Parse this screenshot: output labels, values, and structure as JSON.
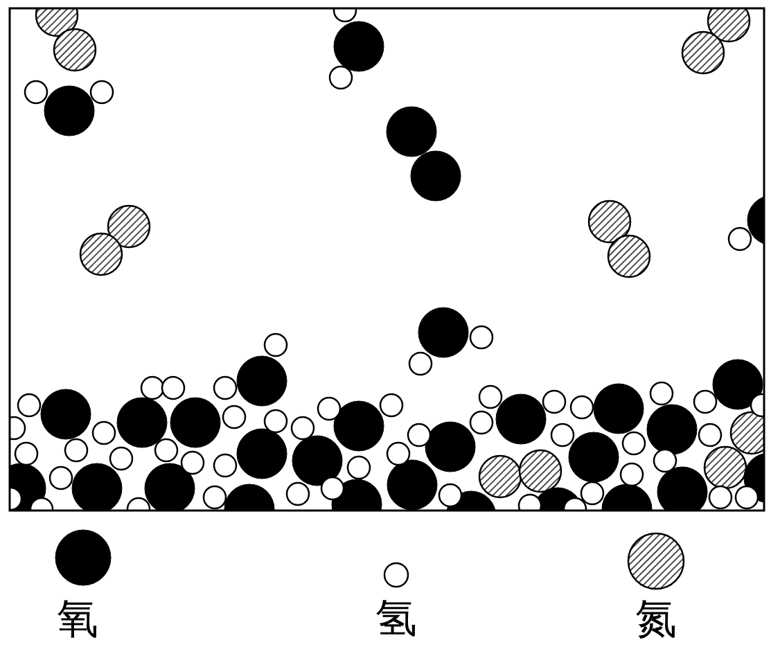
{
  "diagram": {
    "legend": [
      {
        "text": "氧",
        "color": "#000000"
      },
      {
        "text": "氢",
        "color": "#ffffff"
      },
      {
        "text": "氮"
      }
    ]
  }
}
